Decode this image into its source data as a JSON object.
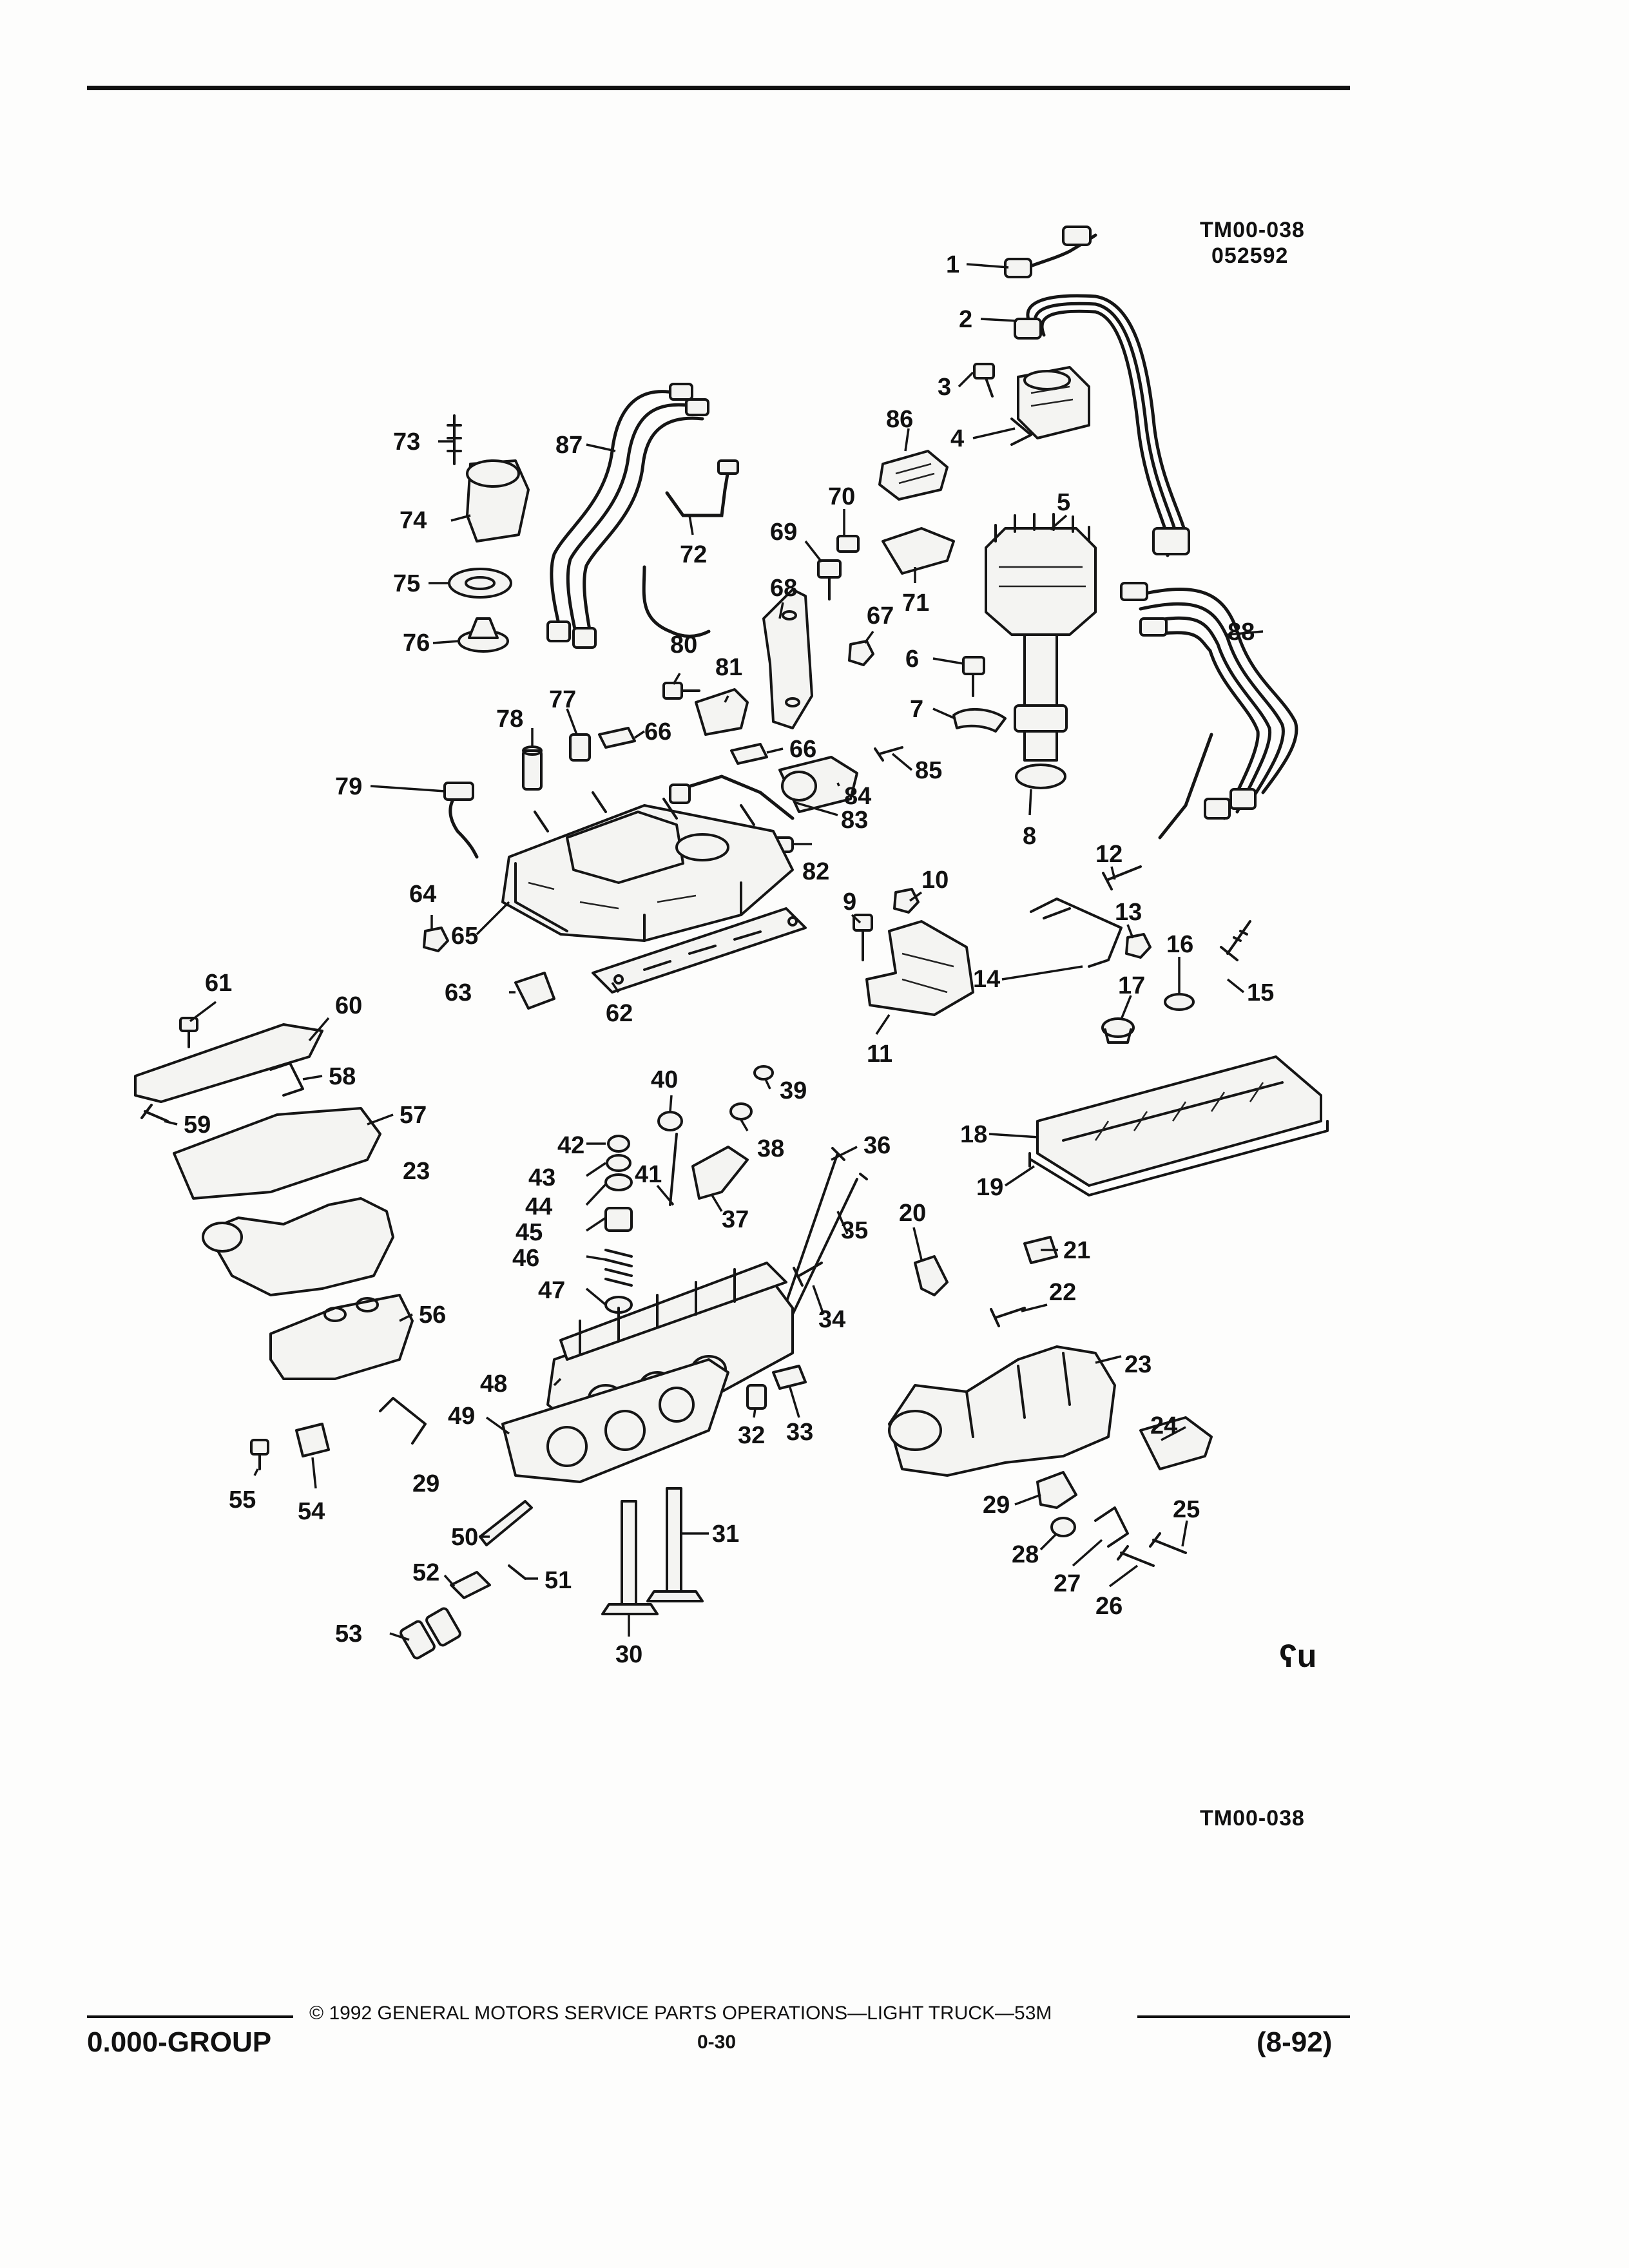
{
  "header": {
    "code_top": "TM00-038",
    "date_code": "052592"
  },
  "diagram": {
    "corner_mark": "ʕu",
    "code_bottom": "TM00-038",
    "callouts": [
      {
        "id": "1",
        "n": "1"
      },
      {
        "id": "2",
        "n": "2"
      },
      {
        "id": "3",
        "n": "3"
      },
      {
        "id": "4",
        "n": "4"
      },
      {
        "id": "5",
        "n": "5"
      },
      {
        "id": "6",
        "n": "6"
      },
      {
        "id": "7",
        "n": "7"
      },
      {
        "id": "8",
        "n": "8"
      },
      {
        "id": "9",
        "n": "9"
      },
      {
        "id": "10",
        "n": "10"
      },
      {
        "id": "11",
        "n": "11"
      },
      {
        "id": "12",
        "n": "12"
      },
      {
        "id": "13",
        "n": "13"
      },
      {
        "id": "14",
        "n": "14"
      },
      {
        "id": "15",
        "n": "15"
      },
      {
        "id": "16",
        "n": "16"
      },
      {
        "id": "17",
        "n": "17"
      },
      {
        "id": "18",
        "n": "18"
      },
      {
        "id": "19",
        "n": "19"
      },
      {
        "id": "20",
        "n": "20"
      },
      {
        "id": "21",
        "n": "21"
      },
      {
        "id": "22",
        "n": "22"
      },
      {
        "id": "23a",
        "n": "23"
      },
      {
        "id": "23b",
        "n": "23"
      },
      {
        "id": "24",
        "n": "24"
      },
      {
        "id": "25",
        "n": "25"
      },
      {
        "id": "26",
        "n": "26"
      },
      {
        "id": "27",
        "n": "27"
      },
      {
        "id": "28",
        "n": "28"
      },
      {
        "id": "29a",
        "n": "29"
      },
      {
        "id": "29b",
        "n": "29"
      },
      {
        "id": "30",
        "n": "30"
      },
      {
        "id": "31",
        "n": "31"
      },
      {
        "id": "32",
        "n": "32"
      },
      {
        "id": "33",
        "n": "33"
      },
      {
        "id": "34",
        "n": "34"
      },
      {
        "id": "35",
        "n": "35"
      },
      {
        "id": "36",
        "n": "36"
      },
      {
        "id": "37",
        "n": "37"
      },
      {
        "id": "38",
        "n": "38"
      },
      {
        "id": "39",
        "n": "39"
      },
      {
        "id": "40",
        "n": "40"
      },
      {
        "id": "41",
        "n": "41"
      },
      {
        "id": "42",
        "n": "42"
      },
      {
        "id": "43",
        "n": "43"
      },
      {
        "id": "44",
        "n": "44"
      },
      {
        "id": "45",
        "n": "45"
      },
      {
        "id": "46",
        "n": "46"
      },
      {
        "id": "47",
        "n": "47"
      },
      {
        "id": "48",
        "n": "48"
      },
      {
        "id": "49",
        "n": "49"
      },
      {
        "id": "50",
        "n": "50"
      },
      {
        "id": "51",
        "n": "51"
      },
      {
        "id": "52",
        "n": "52"
      },
      {
        "id": "53",
        "n": "53"
      },
      {
        "id": "54",
        "n": "54"
      },
      {
        "id": "55",
        "n": "55"
      },
      {
        "id": "56",
        "n": "56"
      },
      {
        "id": "57",
        "n": "57"
      },
      {
        "id": "58",
        "n": "58"
      },
      {
        "id": "59",
        "n": "59"
      },
      {
        "id": "60",
        "n": "60"
      },
      {
        "id": "61",
        "n": "61"
      },
      {
        "id": "62",
        "n": "62"
      },
      {
        "id": "63",
        "n": "63"
      },
      {
        "id": "64",
        "n": "64"
      },
      {
        "id": "65",
        "n": "65"
      },
      {
        "id": "66a",
        "n": "66"
      },
      {
        "id": "66b",
        "n": "66"
      },
      {
        "id": "67",
        "n": "67"
      },
      {
        "id": "68",
        "n": "68"
      },
      {
        "id": "69",
        "n": "69"
      },
      {
        "id": "70",
        "n": "70"
      },
      {
        "id": "71",
        "n": "71"
      },
      {
        "id": "72",
        "n": "72"
      },
      {
        "id": "73",
        "n": "73"
      },
      {
        "id": "74",
        "n": "74"
      },
      {
        "id": "75",
        "n": "75"
      },
      {
        "id": "76",
        "n": "76"
      },
      {
        "id": "77",
        "n": "77"
      },
      {
        "id": "78",
        "n": "78"
      },
      {
        "id": "79",
        "n": "79"
      },
      {
        "id": "80",
        "n": "80"
      },
      {
        "id": "81",
        "n": "81"
      },
      {
        "id": "82",
        "n": "82"
      },
      {
        "id": "83",
        "n": "83"
      },
      {
        "id": "84",
        "n": "84"
      },
      {
        "id": "85",
        "n": "85"
      },
      {
        "id": "86",
        "n": "86"
      },
      {
        "id": "87",
        "n": "87"
      },
      {
        "id": "88",
        "n": "88"
      }
    ]
  },
  "footer": {
    "copyright": "© 1992 GENERAL MOTORS SERVICE PARTS OPERATIONS—LIGHT TRUCK—53M",
    "group": "0.000-GROUP",
    "page": "0-30",
    "revision": "(8-92)"
  }
}
